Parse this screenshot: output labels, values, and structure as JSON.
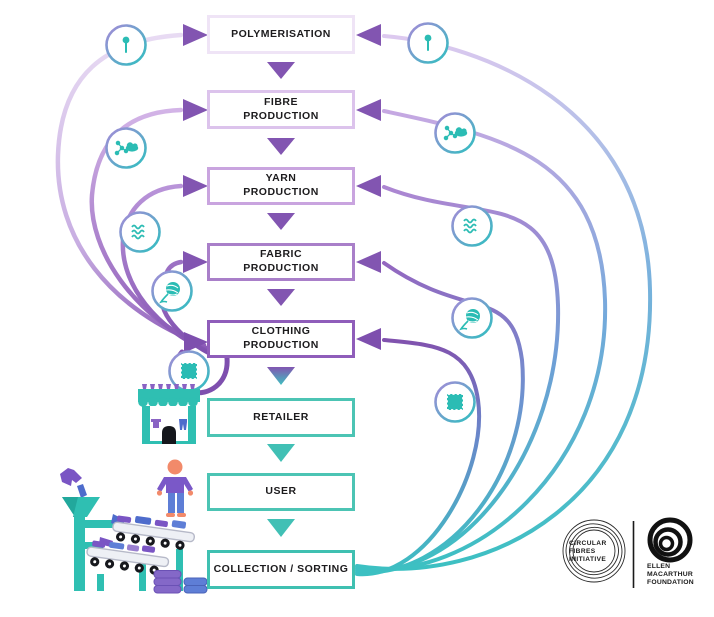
{
  "steps": [
    {
      "name": "polymerisation",
      "label": "POLYMERISATION"
    },
    {
      "name": "fibre-production",
      "label": "FIBRE\nPRODUCTION"
    },
    {
      "name": "yarn-production",
      "label": "YARN\nPRODUCTION"
    },
    {
      "name": "fabric-production",
      "label": "FABRIC\nPRODUCTION"
    },
    {
      "name": "clothing-production",
      "label": "CLOTHING\nPRODUCTION"
    },
    {
      "name": "retailer",
      "label": "RETAILER"
    },
    {
      "name": "user",
      "label": "USER"
    },
    {
      "name": "collection-sorting",
      "label": "COLLECTION / SORTING"
    }
  ],
  "loops": {
    "left_offcut_loops": {
      "source": "clothing-production",
      "targets": [
        "polymerisation",
        "fibre-production",
        "yarn-production",
        "fabric-production",
        "clothing-production"
      ],
      "icons": [
        "monomer-pin",
        "polymer-molecule-cloud",
        "fibre-waves",
        "yarn-ball",
        "fabric-swatch"
      ]
    },
    "right_recycling_loops": {
      "source": "collection-sorting",
      "targets": [
        "polymerisation",
        "fibre-production",
        "yarn-production",
        "fabric-production",
        "clothing-production"
      ],
      "icons": [
        "monomer-pin",
        "polymer-molecule-cloud",
        "fibre-waves",
        "yarn-ball",
        "fabric-swatch"
      ]
    }
  },
  "illustrations": [
    "sorting-facility",
    "user-person",
    "retailer-store"
  ],
  "logos": {
    "cfi": {
      "label": "CIRCULAR\nFIBRES\nINITIATIVE"
    },
    "emf": {
      "label": "ELLEN\nMACARTHUR\nFOUNDATION"
    }
  },
  "colors": {
    "purple_arrow": "#8255b1",
    "purple_box_dark": "#8f5dba",
    "purple_box_mid": "#a97fc9",
    "purple_box_light": "#c9a4df",
    "purple_box_lighter": "#dcc3ec",
    "purple_box_lightest": "#efe4f6",
    "teal_box": "#4cc4b4",
    "teal_arc": "#3cc0c2",
    "teal_icon": "#2bbcb4",
    "text": "#1c1b1d"
  }
}
